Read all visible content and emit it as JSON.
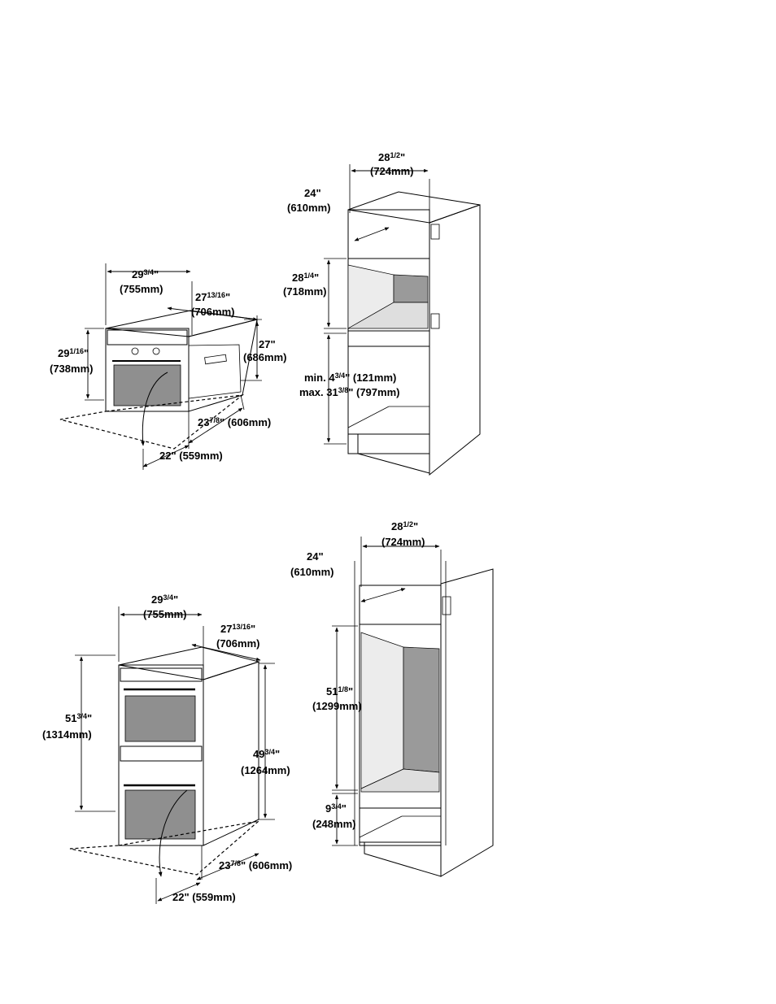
{
  "single_oven": {
    "width": {
      "whole": "29",
      "frac": "3/4",
      "unit": "\"",
      "mm": "(755mm)"
    },
    "depth_top": {
      "whole": "27",
      "frac": "13/16",
      "unit": "\"",
      "mm": "(706mm)"
    },
    "height": {
      "whole": "29",
      "frac": "1/16",
      "unit": "\"",
      "mm": "(738mm)"
    },
    "rear_height": {
      "label": "27\"",
      "mm": "(686mm)"
    },
    "depth": {
      "whole": "23",
      "frac": "7/8",
      "unit": "\"",
      "mm": " (606mm)"
    },
    "door_open": {
      "label": "22\" (559mm)"
    }
  },
  "single_cabinet": {
    "outer_width": {
      "whole": "28",
      "frac": "1/2",
      "unit": "\"",
      "mm": "(724mm)"
    },
    "inner_width": {
      "label": "24\"",
      "mm": "(610mm)"
    },
    "cutout_height": {
      "whole": "28",
      "frac": "1/4",
      "unit": "\"",
      "mm": "(718mm)"
    },
    "min_line": {
      "prefix": "min. 4",
      "frac": "3/4",
      "rest": "\" (121mm)"
    },
    "max_line": {
      "prefix": "max. 31",
      "frac": "3/8",
      "rest": "\" (797mm)"
    }
  },
  "double_oven": {
    "width": {
      "whole": "29",
      "frac": "3/4",
      "unit": "\"",
      "mm": "(755mm)"
    },
    "depth_top": {
      "whole": "27",
      "frac": "13/16",
      "unit": "\"",
      "mm": "(706mm)"
    },
    "height": {
      "whole": "51",
      "frac": "3/4",
      "unit": "\"",
      "mm": "(1314mm)"
    },
    "rear_height": {
      "whole": "49",
      "frac": "3/4",
      "unit": "\"",
      "mm": "(1264mm)"
    },
    "depth": {
      "whole": "23",
      "frac": "7/8",
      "unit": "\"",
      "mm": " (606mm)"
    },
    "door_open": {
      "label": "22\" (559mm)"
    }
  },
  "double_cabinet": {
    "outer_width": {
      "whole": "28",
      "frac": "1/2",
      "unit": "\"",
      "mm": "(724mm)"
    },
    "inner_width": {
      "label": "24\"",
      "mm": "(610mm)"
    },
    "cutout_height": {
      "whole": "51",
      "frac": "1/8",
      "unit": "\"",
      "mm": "(1299mm)"
    },
    "base_height": {
      "whole": "9",
      "frac": "3/4",
      "unit": "\"",
      "mm": "(248mm)"
    }
  }
}
